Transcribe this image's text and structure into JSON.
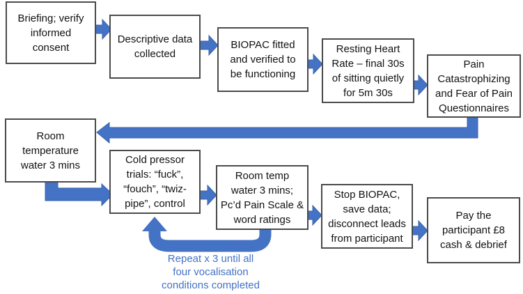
{
  "diagram": {
    "type": "flowchart",
    "colors": {
      "arrow": "#4472C4",
      "box_border": "#4a4a4a",
      "box_fill": "#ffffff",
      "text": "#111111",
      "note_text": "#4472C4",
      "background": "#ffffff"
    },
    "steps": [
      {
        "id": "briefing",
        "text": "Briefing; verify\ninformed\nconsent"
      },
      {
        "id": "descriptive-data",
        "text": "Descriptive data\ncollected"
      },
      {
        "id": "biopac-fitted",
        "text": "BIOPAC fitted\nand verified to\nbe functioning"
      },
      {
        "id": "resting-heart-rate",
        "text": "Resting Heart\nRate – final 30s\nof sitting quietly\nfor 5m 30s"
      },
      {
        "id": "pain-questionnaires",
        "text": "Pain\nCatastrophizing\nand Fear of Pain\nQuestionnaires"
      },
      {
        "id": "room-temp-water-1",
        "text": "Room\ntemperature\nwater 3 mins"
      },
      {
        "id": "cold-pressor-trials",
        "text": "Cold pressor\ntrials: “fuck”,\n“fouch”, “twiz-\npipe”, control"
      },
      {
        "id": "room-temp-water-2",
        "text": "Room temp\nwater 3 mins;\nPc’d Pain Scale &\nword ratings"
      },
      {
        "id": "stop-biopac",
        "text": "Stop BIOPAC,\nsave data;\ndisconnect leads\nfrom participant"
      },
      {
        "id": "pay-participant",
        "text": "Pay the\nparticipant £8\ncash & debrief"
      }
    ],
    "loop_note": "Repeat x 3 until all\nfour vocalisation\nconditions completed",
    "connections": [
      {
        "from": "briefing",
        "to": "descriptive-data"
      },
      {
        "from": "descriptive-data",
        "to": "biopac-fitted"
      },
      {
        "from": "biopac-fitted",
        "to": "resting-heart-rate"
      },
      {
        "from": "resting-heart-rate",
        "to": "pain-questionnaires"
      },
      {
        "from": "pain-questionnaires",
        "to": "room-temp-water-1"
      },
      {
        "from": "room-temp-water-1",
        "to": "cold-pressor-trials"
      },
      {
        "from": "cold-pressor-trials",
        "to": "room-temp-water-2"
      },
      {
        "from": "room-temp-water-2",
        "to": "stop-biopac"
      },
      {
        "from": "stop-biopac",
        "to": "pay-participant"
      },
      {
        "from": "room-temp-water-2",
        "to": "cold-pressor-trials",
        "type": "loop",
        "label": "Repeat x 3 until all four vocalisation conditions completed"
      }
    ]
  }
}
